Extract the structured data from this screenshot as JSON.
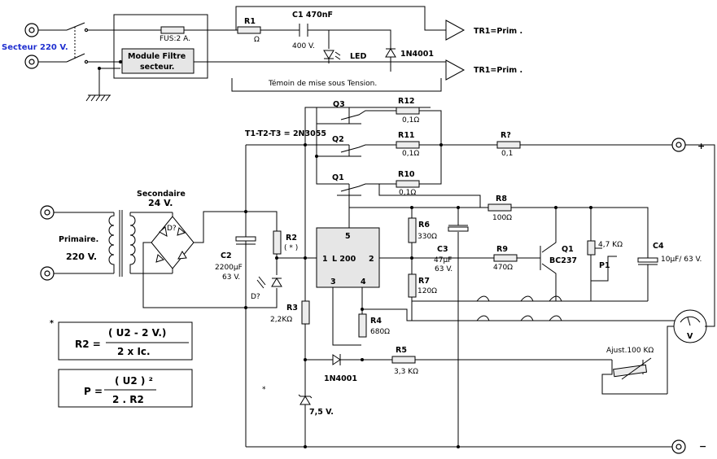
{
  "mains": {
    "label": "Secteur 220 V.",
    "fuse": "FUS:2 A.",
    "filter": [
      "Module Filtre",
      "secteur."
    ]
  },
  "indicator": {
    "r1": "R1",
    "r1_unit": "Ω",
    "c1": "C1 470nF",
    "c1_v": "400 V.",
    "led": "LED",
    "diode": "1N4001",
    "tr_out_1": "TR1=Prim .",
    "tr_out_2": "TR1=Prim .",
    "caption": "Témoin de mise sous Tension."
  },
  "transformer": {
    "primaire": "Primaire.",
    "primaire_v": "220 V.",
    "secondaire": "Secondaire",
    "secondaire_v": "24 V.",
    "bridge": "D?"
  },
  "transistors": {
    "note": "T1-T2-T3 = 2N3055",
    "q3": "Q3",
    "q2": "Q2",
    "q1": "Q1"
  },
  "resistors": {
    "r12": "R12",
    "r12_v": "0,1Ω",
    "r11": "R11",
    "r11_v": "0,1Ω",
    "r10": "R10",
    "r10_v": "0,1Ω",
    "rq": "R?",
    "rq_v": "0,1",
    "r8": "R8",
    "r8_v": "100Ω",
    "r6": "R6",
    "r6_v": "330Ω",
    "r7": "R7",
    "r7_v": "120Ω",
    "r9": "R9",
    "r9_v": "470Ω",
    "r2": "R2",
    "r2_v": "( * )",
    "r3": "R3",
    "r3_v": "2,2KΩ",
    "r4": "R4",
    "r4_v": "680Ω",
    "r5": "R5",
    "r5_v": "3,3 KΩ"
  },
  "regulator": {
    "name": "L 200",
    "pin1": "1",
    "pin2": "2",
    "pin3": "3",
    "pin4": "4",
    "pin5": "5"
  },
  "caps": {
    "c2": "C2",
    "c2_v": "2200µF",
    "c2_v2": "63 V.",
    "c3": "C3",
    "c3_v": "47µF",
    "c3_v2": "63 V.",
    "c4": "C4",
    "c4_v": "10µF/ 63 V."
  },
  "misc": {
    "q1b": "Q1",
    "bc237": "BC237",
    "p1_v": "4,7 KΩ",
    "p1": "P1",
    "dq": "D?",
    "d_1n4001": "1N4001",
    "zener": "7,5 V.",
    "ajust": "Ajust.100 KΩ",
    "voltmeter": "V",
    "plus": "+",
    "minus": "−",
    "star": "*"
  },
  "formulas": {
    "r2_lhs": "R2 =",
    "r2_num": "( U2 - 2 V.)",
    "r2_den": "2 x Ic.",
    "p_lhs": "P =",
    "p_num": "( U2 ) ²",
    "p_den": "2 . R2"
  }
}
